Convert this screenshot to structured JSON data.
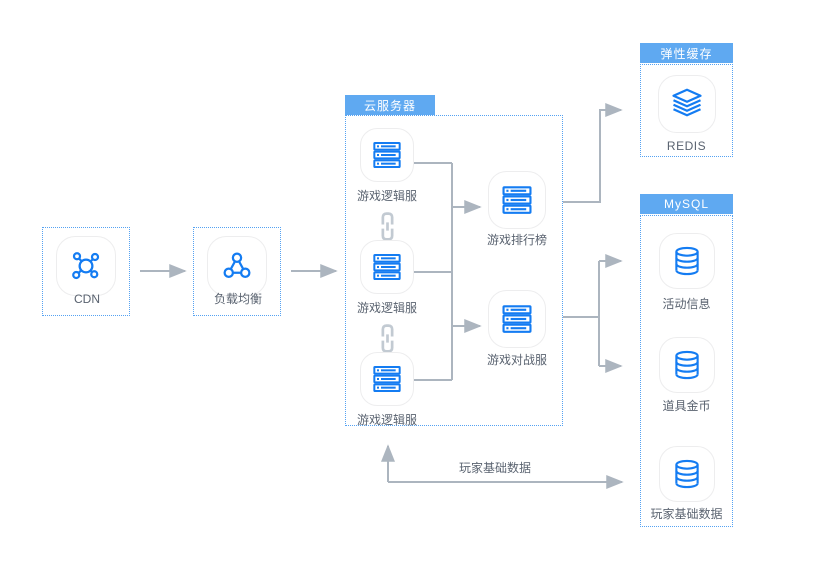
{
  "diagram": {
    "cdn": {
      "label": "CDN",
      "icon": "cdn-network-icon"
    },
    "load_balancer": {
      "label": "负载均衡",
      "icon": "load-balancer-icon"
    },
    "cloud_server": {
      "title": "云服务器",
      "logic_servers": [
        {
          "label": "游戏逻辑服",
          "icon": "server-rack-icon"
        },
        {
          "label": "游戏逻辑服",
          "icon": "server-rack-icon"
        },
        {
          "label": "游戏逻辑服",
          "icon": "server-rack-icon"
        }
      ],
      "link_icon": "chain-link-icon",
      "leaderboard": {
        "label": "游戏排行榜",
        "icon": "server-rack-icon"
      },
      "battle": {
        "label": "游戏对战服",
        "icon": "server-rack-icon"
      }
    },
    "elastic_cache": {
      "title": "弹性缓存",
      "redis": {
        "label": "REDIS",
        "icon": "redis-stack-icon"
      }
    },
    "mysql": {
      "title": "MySQL",
      "databases": [
        {
          "label": "活动信息",
          "icon": "database-icon"
        },
        {
          "label": "道具金币",
          "icon": "database-icon"
        },
        {
          "label": "玩家基础数据",
          "icon": "database-icon"
        }
      ]
    },
    "flows": {
      "player_data_label": "玩家基础数据"
    }
  },
  "colors": {
    "icon_blue": "#147cf2",
    "border_blue": "#55a2f2",
    "header_blue": "#5fa9f1",
    "arrow_gray": "#acb5bf",
    "label_gray": "#5a6370",
    "chain_gray": "#c2cad2",
    "squircle_border": "#ededee"
  }
}
